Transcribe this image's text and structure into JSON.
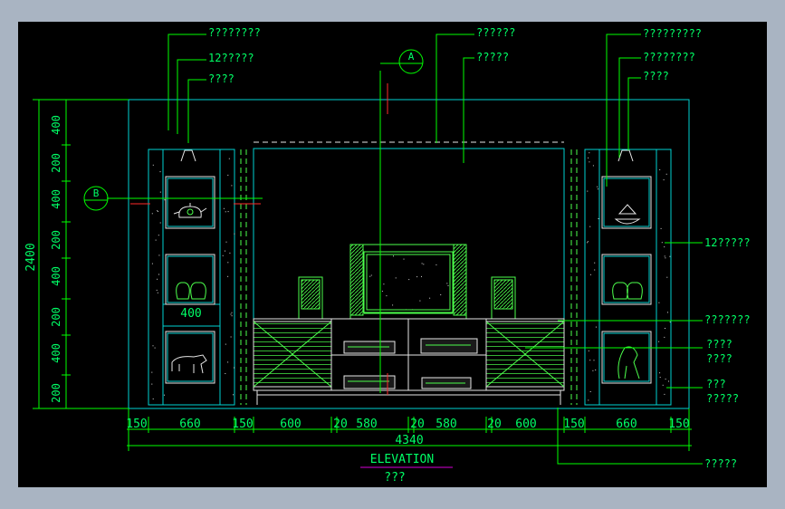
{
  "colors": {
    "background": "#a9b4c2",
    "canvas": "#000000",
    "cabinet": "#00d2d2",
    "leader": "#00ff00",
    "dimension": "#00ff00",
    "text": "#00ff66",
    "furniture": "#4cff4c",
    "accent": "#ff2a2a",
    "title_underline": "#d800d8"
  },
  "drawing": {
    "title": "ELEVATION",
    "subtitle": "???",
    "section_markers": {
      "a": "A",
      "b": "B"
    },
    "overall_height": "2400",
    "overall_width": "4340"
  },
  "annotations": {
    "top_left_1": "????????",
    "top_left_2": "12?????",
    "top_left_3": "????",
    "top_center_1": "??????",
    "top_center_2": "?????",
    "top_right_1": "?????????",
    "top_right_2": "????????",
    "top_right_3": "????",
    "right_1": "12?????",
    "right_2": "???????",
    "right_3a": "????",
    "right_3b": "????",
    "right_4a": "???",
    "right_4b": "?????",
    "bottom_right": "?????"
  },
  "dims_left": [
    "400",
    "200",
    "400",
    "200",
    "400",
    "200",
    "400",
    "200"
  ],
  "dims_bottom": [
    "150",
    "660",
    "150",
    "600",
    "20",
    "580",
    "20",
    "580",
    "20",
    "600",
    "150",
    "660",
    "150"
  ],
  "niche_width": "400"
}
